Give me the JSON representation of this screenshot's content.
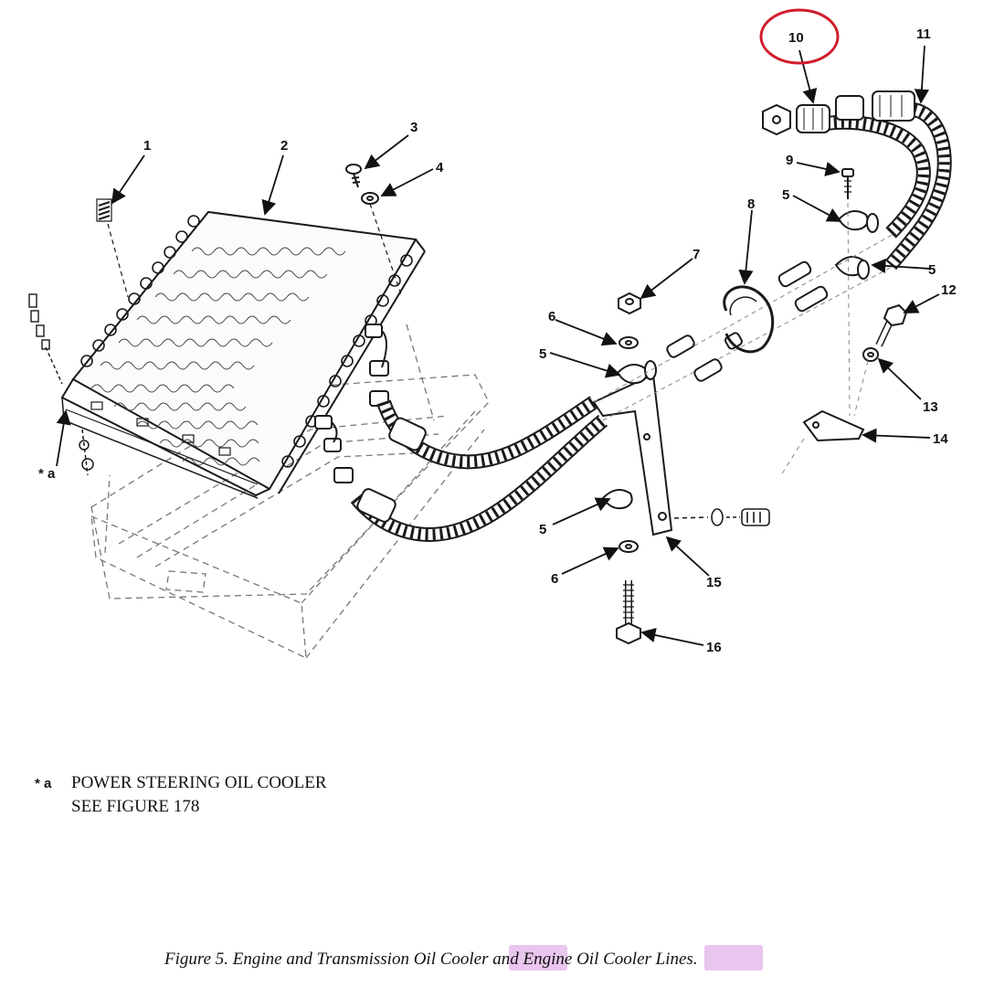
{
  "callouts": {
    "c1": "1",
    "c2": "2",
    "c3": "3",
    "c4": "4",
    "c5a": "5",
    "c5b": "5",
    "c5c": "5",
    "c5d": "5",
    "c6a": "6",
    "c6b": "6",
    "c7": "7",
    "c8": "8",
    "c9": "9",
    "c10": "10",
    "c11": "11",
    "c12": "12",
    "c13": "13",
    "c14": "14",
    "c15": "15",
    "c16": "16",
    "a": "* a"
  },
  "note": {
    "marker": "* a",
    "line1": "POWER STEERING OIL COOLER",
    "line2": "SEE FIGURE 178"
  },
  "caption": {
    "part1": "Figure 5.  Engine and Transmission Oil ",
    "highlight1": "Cooler",
    "part2": " and Engine Oil ",
    "highlight2": "Cooler",
    "part3": " Lines."
  },
  "colors": {
    "ink": "#1a1a1a",
    "highlight": "#e9c6ee",
    "circle_mark": "#d01c2a"
  }
}
